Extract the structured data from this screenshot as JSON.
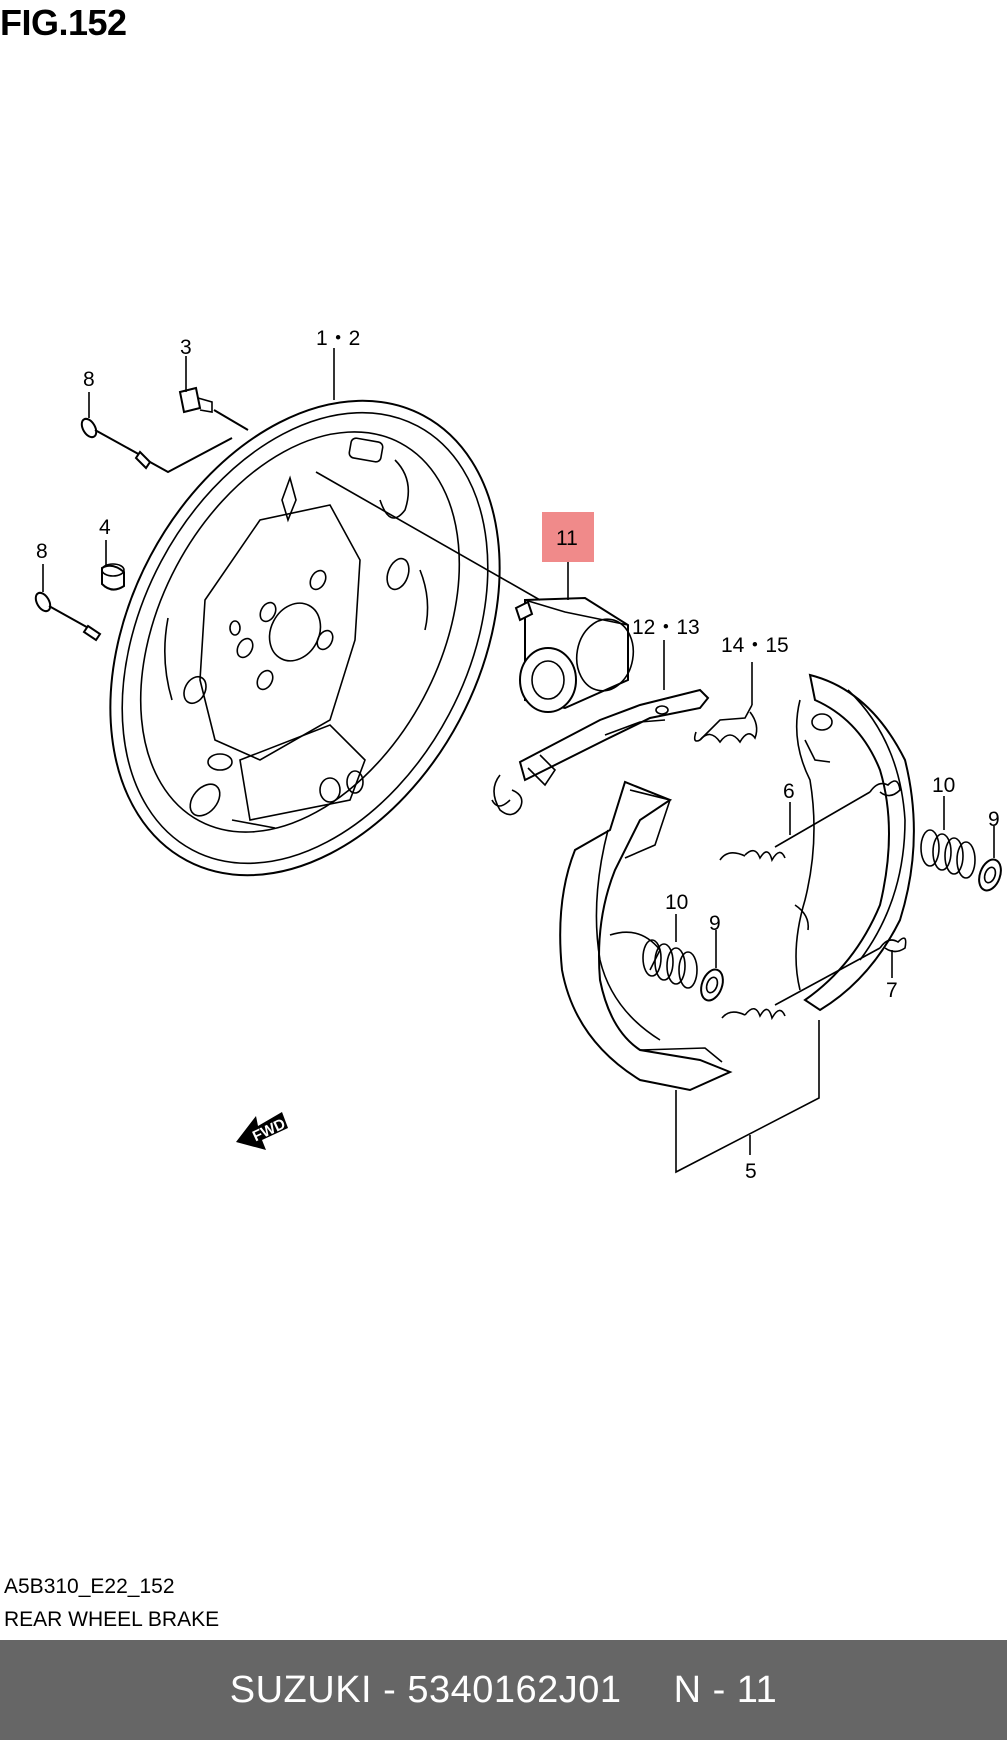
{
  "figure": {
    "title": "FIG.152"
  },
  "diagram": {
    "highlight_color": "#f08a8a",
    "highlighted_label": "11",
    "labels": {
      "l_1_2": "1・2",
      "l_3": "3",
      "l_8a": "8",
      "l_4": "4",
      "l_8b": "8",
      "l_11": "11",
      "l_12_13": "12・13",
      "l_14_15": "14・15",
      "l_6": "6",
      "l_10a": "10",
      "l_9a": "9",
      "l_10b": "10",
      "l_9b": "9",
      "l_7": "7",
      "l_5": "5"
    },
    "fwd_label": "FWD"
  },
  "caption": {
    "code": "A5B310_E22_152",
    "name": "REAR WHEEL BRAKE"
  },
  "footer": {
    "background": "#666666",
    "brand_part": "SUZUKI - 5340162J01",
    "position": "N - 11"
  }
}
